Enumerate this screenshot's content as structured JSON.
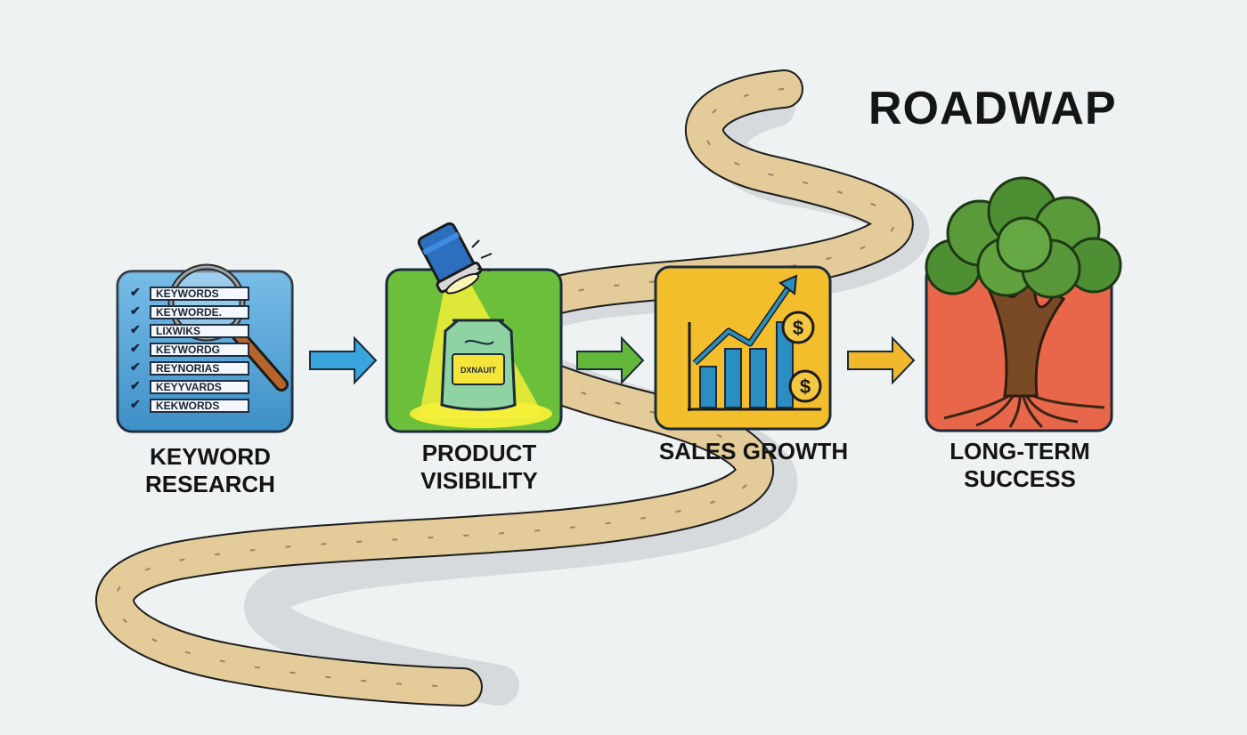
{
  "title": "ROADWAP",
  "steps": [
    {
      "caption_line1": "KEYWORD",
      "caption_line2": "RESEARCH",
      "color": "#4aa7e0"
    },
    {
      "caption_line1": "PRODUCT",
      "caption_line2": "VISIBILITY",
      "color": "#6cbf3a"
    },
    {
      "caption_line1": "SALES GROWTH",
      "caption_line2": "",
      "color": "#f3be2c"
    },
    {
      "caption_line1": "LONG-TERM",
      "caption_line2": "SUCCESS",
      "color": "#e8664a"
    }
  ],
  "keyword_list": [
    "KEYWORDS",
    "KEYWORDE.",
    "LIXWIKS",
    "KEYWORDG",
    "REYNORIAS",
    "KEYYVARDS",
    "KEKWORDS"
  ],
  "bag_label": "DXNAUIT",
  "coin_symbol": "$",
  "arrow_colors": [
    "#3aa5dc",
    "#63b83a",
    "#f0b82a"
  ],
  "road_color": "#e3cc9a"
}
